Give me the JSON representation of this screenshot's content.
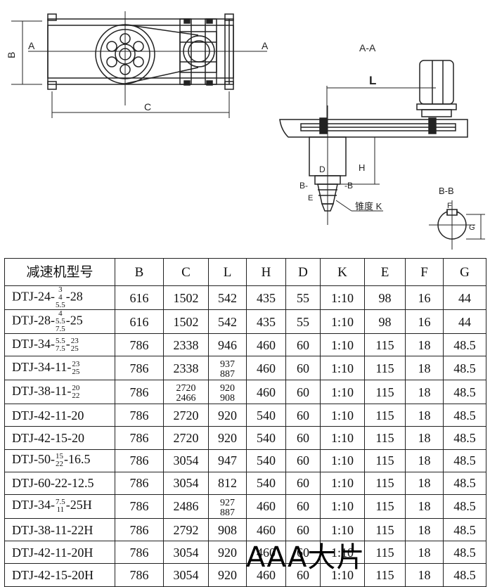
{
  "drawing": {
    "labels": {
      "section_a_left": "A",
      "section_a_right": "A",
      "dim_b": "B",
      "dim_c": "C",
      "view_aa": "A-A",
      "dim_l": "L",
      "dim_h": "H",
      "dim_d": "D",
      "dim_e": "E",
      "b_left": "B-",
      "b_right": "-B",
      "taper": "锥度 K",
      "view_bb": "B-B",
      "dim_f": "F",
      "dim_g": "G"
    }
  },
  "table": {
    "headers": [
      "减速机型号",
      "B",
      "C",
      "L",
      "H",
      "D",
      "K",
      "E",
      "F",
      "G"
    ],
    "rows": [
      {
        "model": [
          {
            "t": "DTJ-24-"
          },
          {
            "f": [
              "3",
              "4",
              "5.5"
            ]
          },
          {
            "t": "-28"
          }
        ],
        "B": "616",
        "C": [
          "1502"
        ],
        "L": [
          "542"
        ],
        "H": "435",
        "D": "55",
        "K": "1:10",
        "E": "98",
        "F": "16",
        "G": "44"
      },
      {
        "model": [
          {
            "t": "DTJ-28-"
          },
          {
            "f": [
              "4",
              "5.5",
              "7.5"
            ]
          },
          {
            "t": "-25"
          }
        ],
        "B": "616",
        "C": [
          "1502"
        ],
        "L": [
          "542"
        ],
        "H": "435",
        "D": "55",
        "K": "1:10",
        "E": "98",
        "F": "16",
        "G": "44"
      },
      {
        "model": [
          {
            "t": "DTJ-34-"
          },
          {
            "f": [
              "5.5",
              "7.5"
            ]
          },
          {
            "t": "-"
          },
          {
            "f": [
              "23",
              "25"
            ]
          }
        ],
        "B": "786",
        "C": [
          "2338"
        ],
        "L": [
          "946"
        ],
        "H": "460",
        "D": "60",
        "K": "1:10",
        "E": "115",
        "F": "18",
        "G": "48.5"
      },
      {
        "model": [
          {
            "t": "DTJ-34-11-"
          },
          {
            "f": [
              "23",
              "25"
            ]
          }
        ],
        "B": "786",
        "C": [
          "2338"
        ],
        "L": [
          "937",
          "887"
        ],
        "H": "460",
        "D": "60",
        "K": "1:10",
        "E": "115",
        "F": "18",
        "G": "48.5"
      },
      {
        "model": [
          {
            "t": "DTJ-38-11-"
          },
          {
            "f": [
              "20",
              "22"
            ]
          }
        ],
        "B": "786",
        "C": [
          "2720",
          "2466"
        ],
        "L": [
          "920",
          "908"
        ],
        "H": "460",
        "D": "60",
        "K": "1:10",
        "E": "115",
        "F": "18",
        "G": "48.5"
      },
      {
        "model": [
          {
            "t": "DTJ-42-11-20"
          }
        ],
        "B": "786",
        "C": [
          "2720"
        ],
        "L": [
          "920"
        ],
        "H": "540",
        "D": "60",
        "K": "1:10",
        "E": "115",
        "F": "18",
        "G": "48.5"
      },
      {
        "model": [
          {
            "t": "DTJ-42-15-20"
          }
        ],
        "B": "786",
        "C": [
          "2720"
        ],
        "L": [
          "920"
        ],
        "H": "540",
        "D": "60",
        "K": "1:10",
        "E": "115",
        "F": "18",
        "G": "48.5"
      },
      {
        "model": [
          {
            "t": "DTJ-50-"
          },
          {
            "f": [
              "15",
              "22"
            ]
          },
          {
            "t": "-16.5"
          }
        ],
        "B": "786",
        "C": [
          "3054"
        ],
        "L": [
          "947"
        ],
        "H": "540",
        "D": "60",
        "K": "1:10",
        "E": "115",
        "F": "18",
        "G": "48.5"
      },
      {
        "model": [
          {
            "t": "DTJ-60-22-12.5"
          }
        ],
        "B": "786",
        "C": [
          "3054"
        ],
        "L": [
          "812"
        ],
        "H": "540",
        "D": "60",
        "K": "1:10",
        "E": "115",
        "F": "18",
        "G": "48.5"
      },
      {
        "model": [
          {
            "t": "DTJ-34-"
          },
          {
            "f": [
              "7.5",
              "11"
            ]
          },
          {
            "t": "-25H"
          }
        ],
        "B": "786",
        "C": [
          "2486"
        ],
        "L": [
          "927",
          "887"
        ],
        "H": "460",
        "D": "60",
        "K": "1:10",
        "E": "115",
        "F": "18",
        "G": "48.5"
      },
      {
        "model": [
          {
            "t": "DTJ-38-11-22H"
          }
        ],
        "B": "786",
        "C": [
          "2792"
        ],
        "L": [
          "908"
        ],
        "H": "460",
        "D": "60",
        "K": "1:10",
        "E": "115",
        "F": "18",
        "G": "48.5"
      },
      {
        "model": [
          {
            "t": "DTJ-42-11-20H"
          }
        ],
        "B": "786",
        "C": [
          "3054"
        ],
        "L": [
          "920"
        ],
        "H": "460",
        "D": "60",
        "K": "1:10",
        "E": "115",
        "F": "18",
        "G": "48.5"
      },
      {
        "model": [
          {
            "t": "DTJ-42-15-20H"
          }
        ],
        "B": "786",
        "C": [
          "3054"
        ],
        "L": [
          "920"
        ],
        "H": "460",
        "D": "60",
        "K": "1:10",
        "E": "115",
        "F": "18",
        "G": "48.5"
      }
    ]
  },
  "watermark": "AAA大片"
}
